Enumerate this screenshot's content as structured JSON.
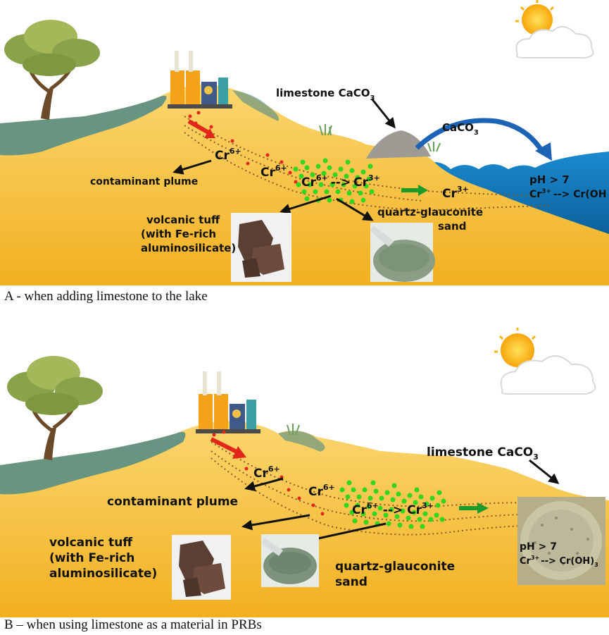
{
  "panel_a": {
    "caption": "A - when adding limestone to the lake",
    "limestone_label": "limestone CaCO",
    "limestone_sub": "3",
    "caco3_label": "CaCO",
    "caco3_sub": "3",
    "cr6_1": "Cr",
    "cr6_1_sup": "6+",
    "cr6_2": "Cr",
    "cr6_2_sup": "6+",
    "reaction_from": "Cr",
    "reaction_from_sup": "6+",
    "reaction_arrow": "-->",
    "reaction_to": "Cr",
    "reaction_to_sup": "3+",
    "cr3": "Cr",
    "cr3_sup": "3+",
    "plume_label": "contaminant plume",
    "tuff_line1": "volcanic tuff",
    "tuff_line2": "(with Fe-rich",
    "tuff_line3": "aluminosilicate)",
    "sand_line1": "quartz-glauconite",
    "sand_line2": "sand",
    "ph_label": "pH > 7",
    "lake_reaction_a": "Cr",
    "lake_reaction_a_sup": "3+",
    "lake_reaction_b": "--> Cr(OH"
  },
  "panel_b": {
    "caption": "B – when using limestone as a material in PRBs",
    "limestone_label": "limestone CaCO",
    "limestone_sub": "3",
    "cr6_1": "Cr",
    "cr6_1_sup": "6+",
    "cr6_2": "Cr",
    "cr6_2_sup": "6+",
    "reaction_from": "Cr",
    "reaction_from_sup": "6+",
    "reaction_arrow": "-->",
    "reaction_to": "Cr",
    "reaction_to_sup": "3+",
    "plume_label": "contaminant plume",
    "tuff_line1": "volcanic tuff",
    "tuff_line2": "(with Fe-rich",
    "tuff_line3": "aluminosilicate)",
    "sand_line1": "quartz-glauconite",
    "sand_line2": "sand",
    "ph_label": "pH > 7",
    "prb_reaction_a": "Cr",
    "prb_reaction_a_sup": "3+",
    "prb_reaction_b": "--> Cr(OH)",
    "prb_reaction_b_sub": "3"
  },
  "colors": {
    "ground_top": "#f7cf5e",
    "ground_bottom": "#f3b321",
    "grass": "#4d8a86",
    "lake": "#0f78b8",
    "plume_red": "#e2261a",
    "glauconite_green": "#33d61f",
    "arrow_green": "#1e9a2a"
  }
}
